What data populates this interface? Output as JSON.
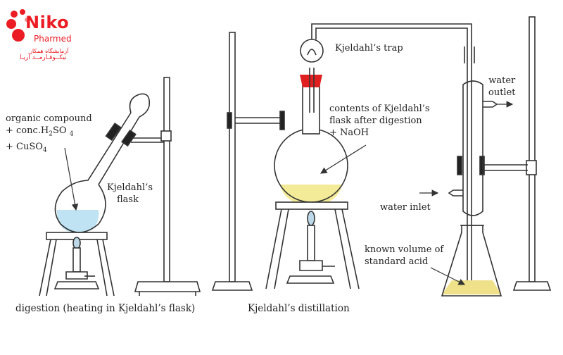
{
  "logo": {
    "brand": "Niko",
    "sub_brand": "Pharmed",
    "persian_line1": "آزمایشگاه همکار",
    "persian_line2": "نیکــوفـارمــد آریـا",
    "color": "#ec1c24"
  },
  "colors": {
    "line": "#333333",
    "digestion_liquid": "#bfe3f2",
    "distillation_liquid": "#f3eb98",
    "acid_liquid": "#efe08a",
    "stopper": "#e02020",
    "flame": "#bcd8e8"
  },
  "labels": {
    "organic_compound": "organic compound",
    "conc_h2so4_prefix": "+ conc.H",
    "conc_h2so4_sub1": "2",
    "conc_h2so4_mid": "SO",
    "conc_h2so4_sub2": "4",
    "cuso4_prefix": "+ CuSO",
    "cuso4_sub": "4",
    "kjeldahls_flask_line1": "Kjeldahl’s",
    "kjeldahls_flask_line2": "flask",
    "kjeldahls_trap": "Kjeldahl’s trap",
    "contents_line1": "contents of Kjeldahl’s",
    "contents_line2": "flask after digestion",
    "contents_line3": "+ NaOH",
    "water_outlet_line1": "water",
    "water_outlet_line2": "outlet",
    "water_inlet": "water inlet",
    "acid_line1": "known volume of",
    "acid_line2": "standard acid"
  },
  "captions": {
    "digestion": "digestion (heating in Kjeldahl’s flask)",
    "distillation": "Kjeldahl’s distillation"
  },
  "icons": [
    "molecule-dots-icon",
    "arrow-icon"
  ]
}
